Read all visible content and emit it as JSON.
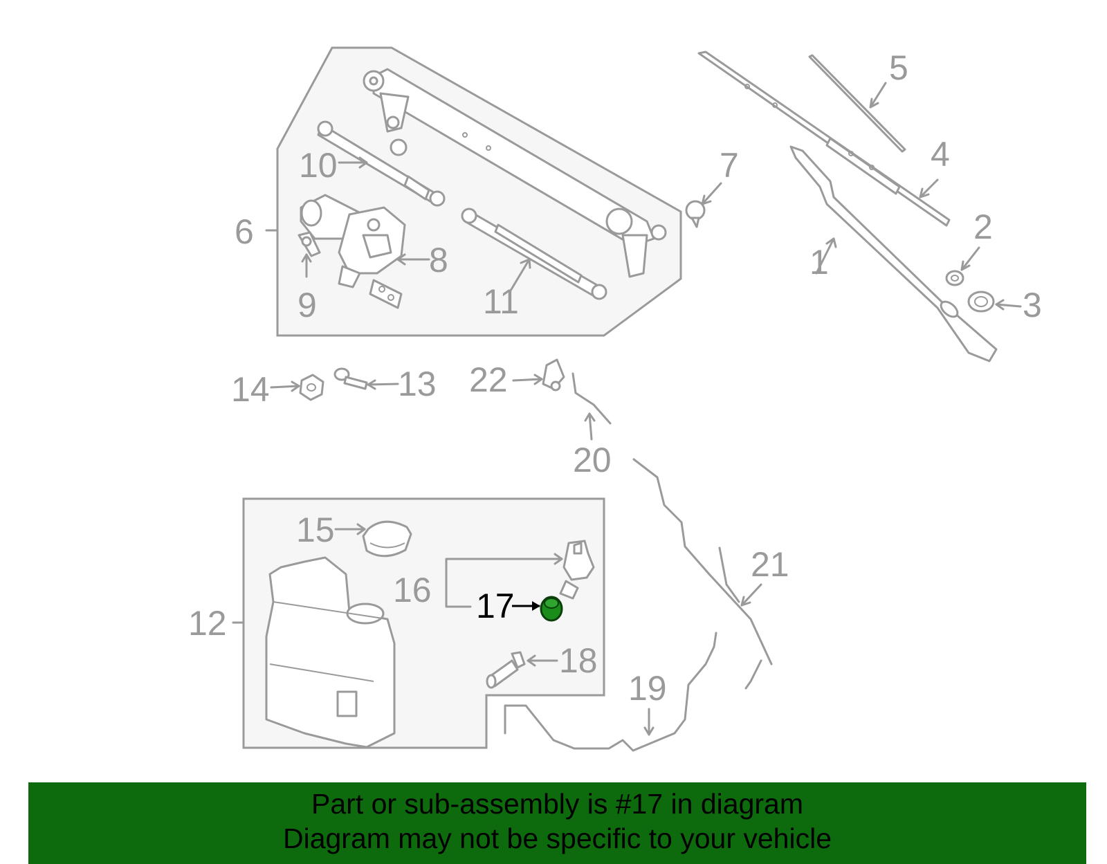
{
  "callouts": {
    "c1": "1",
    "c2": "2",
    "c3": "3",
    "c4": "4",
    "c5": "5",
    "c6": "6",
    "c7": "7",
    "c8": "8",
    "c9": "9",
    "c10": "10",
    "c11": "11",
    "c12": "12",
    "c13": "13",
    "c14": "14",
    "c15": "15",
    "c16": "16",
    "c17": "17",
    "c18": "18",
    "c19": "19",
    "c20": "20",
    "c21": "21",
    "c22": "22"
  },
  "highlighted_part": "17",
  "colors": {
    "banner": "#0d6a0d",
    "highlight_part": "#1a8c1a",
    "line_art": "#9a9a9a"
  },
  "banner": {
    "line1": "Part or sub-assembly is #17 in diagram",
    "line2": "Diagram may not be specific to your vehicle"
  }
}
